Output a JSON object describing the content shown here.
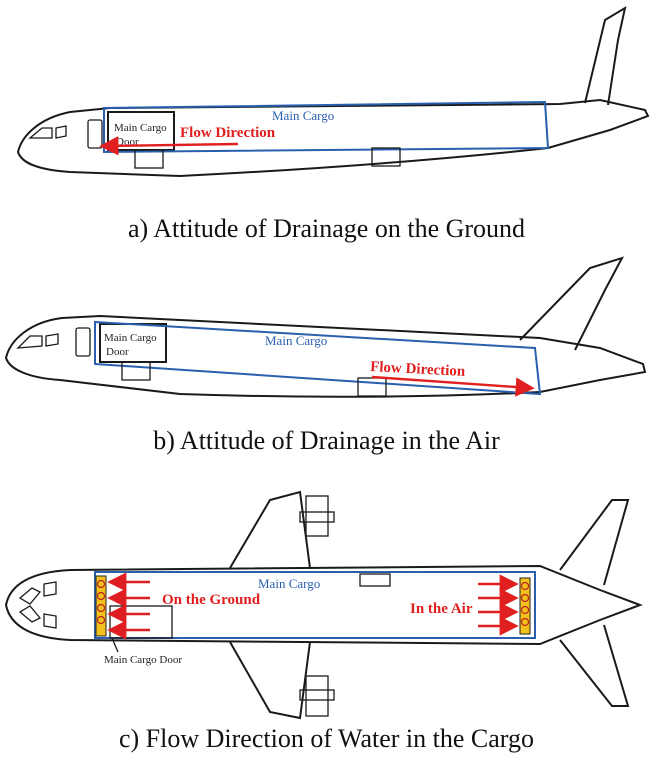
{
  "colors": {
    "hold": "#2a5fb0",
    "flow": "#e02020",
    "drain": "#f2c21a"
  },
  "panel_a": {
    "caption": "a) Attitude of Drainage on the Ground",
    "main_cargo": "Main Cargo",
    "door_line1": "Main Cargo",
    "door_line2": "Door",
    "flow": "Flow Direction"
  },
  "panel_b": {
    "caption": "b) Attitude of Drainage in the Air",
    "main_cargo": "Main Cargo",
    "door_line1": "Main Cargo",
    "door_line2": "Door",
    "flow": "Flow Direction"
  },
  "panel_c": {
    "caption": "c) Flow Direction of Water in the Cargo",
    "main_cargo": "Main Cargo",
    "on_ground": "On the Ground",
    "in_air": "In the Air",
    "door_label": "Main Cargo Door"
  }
}
